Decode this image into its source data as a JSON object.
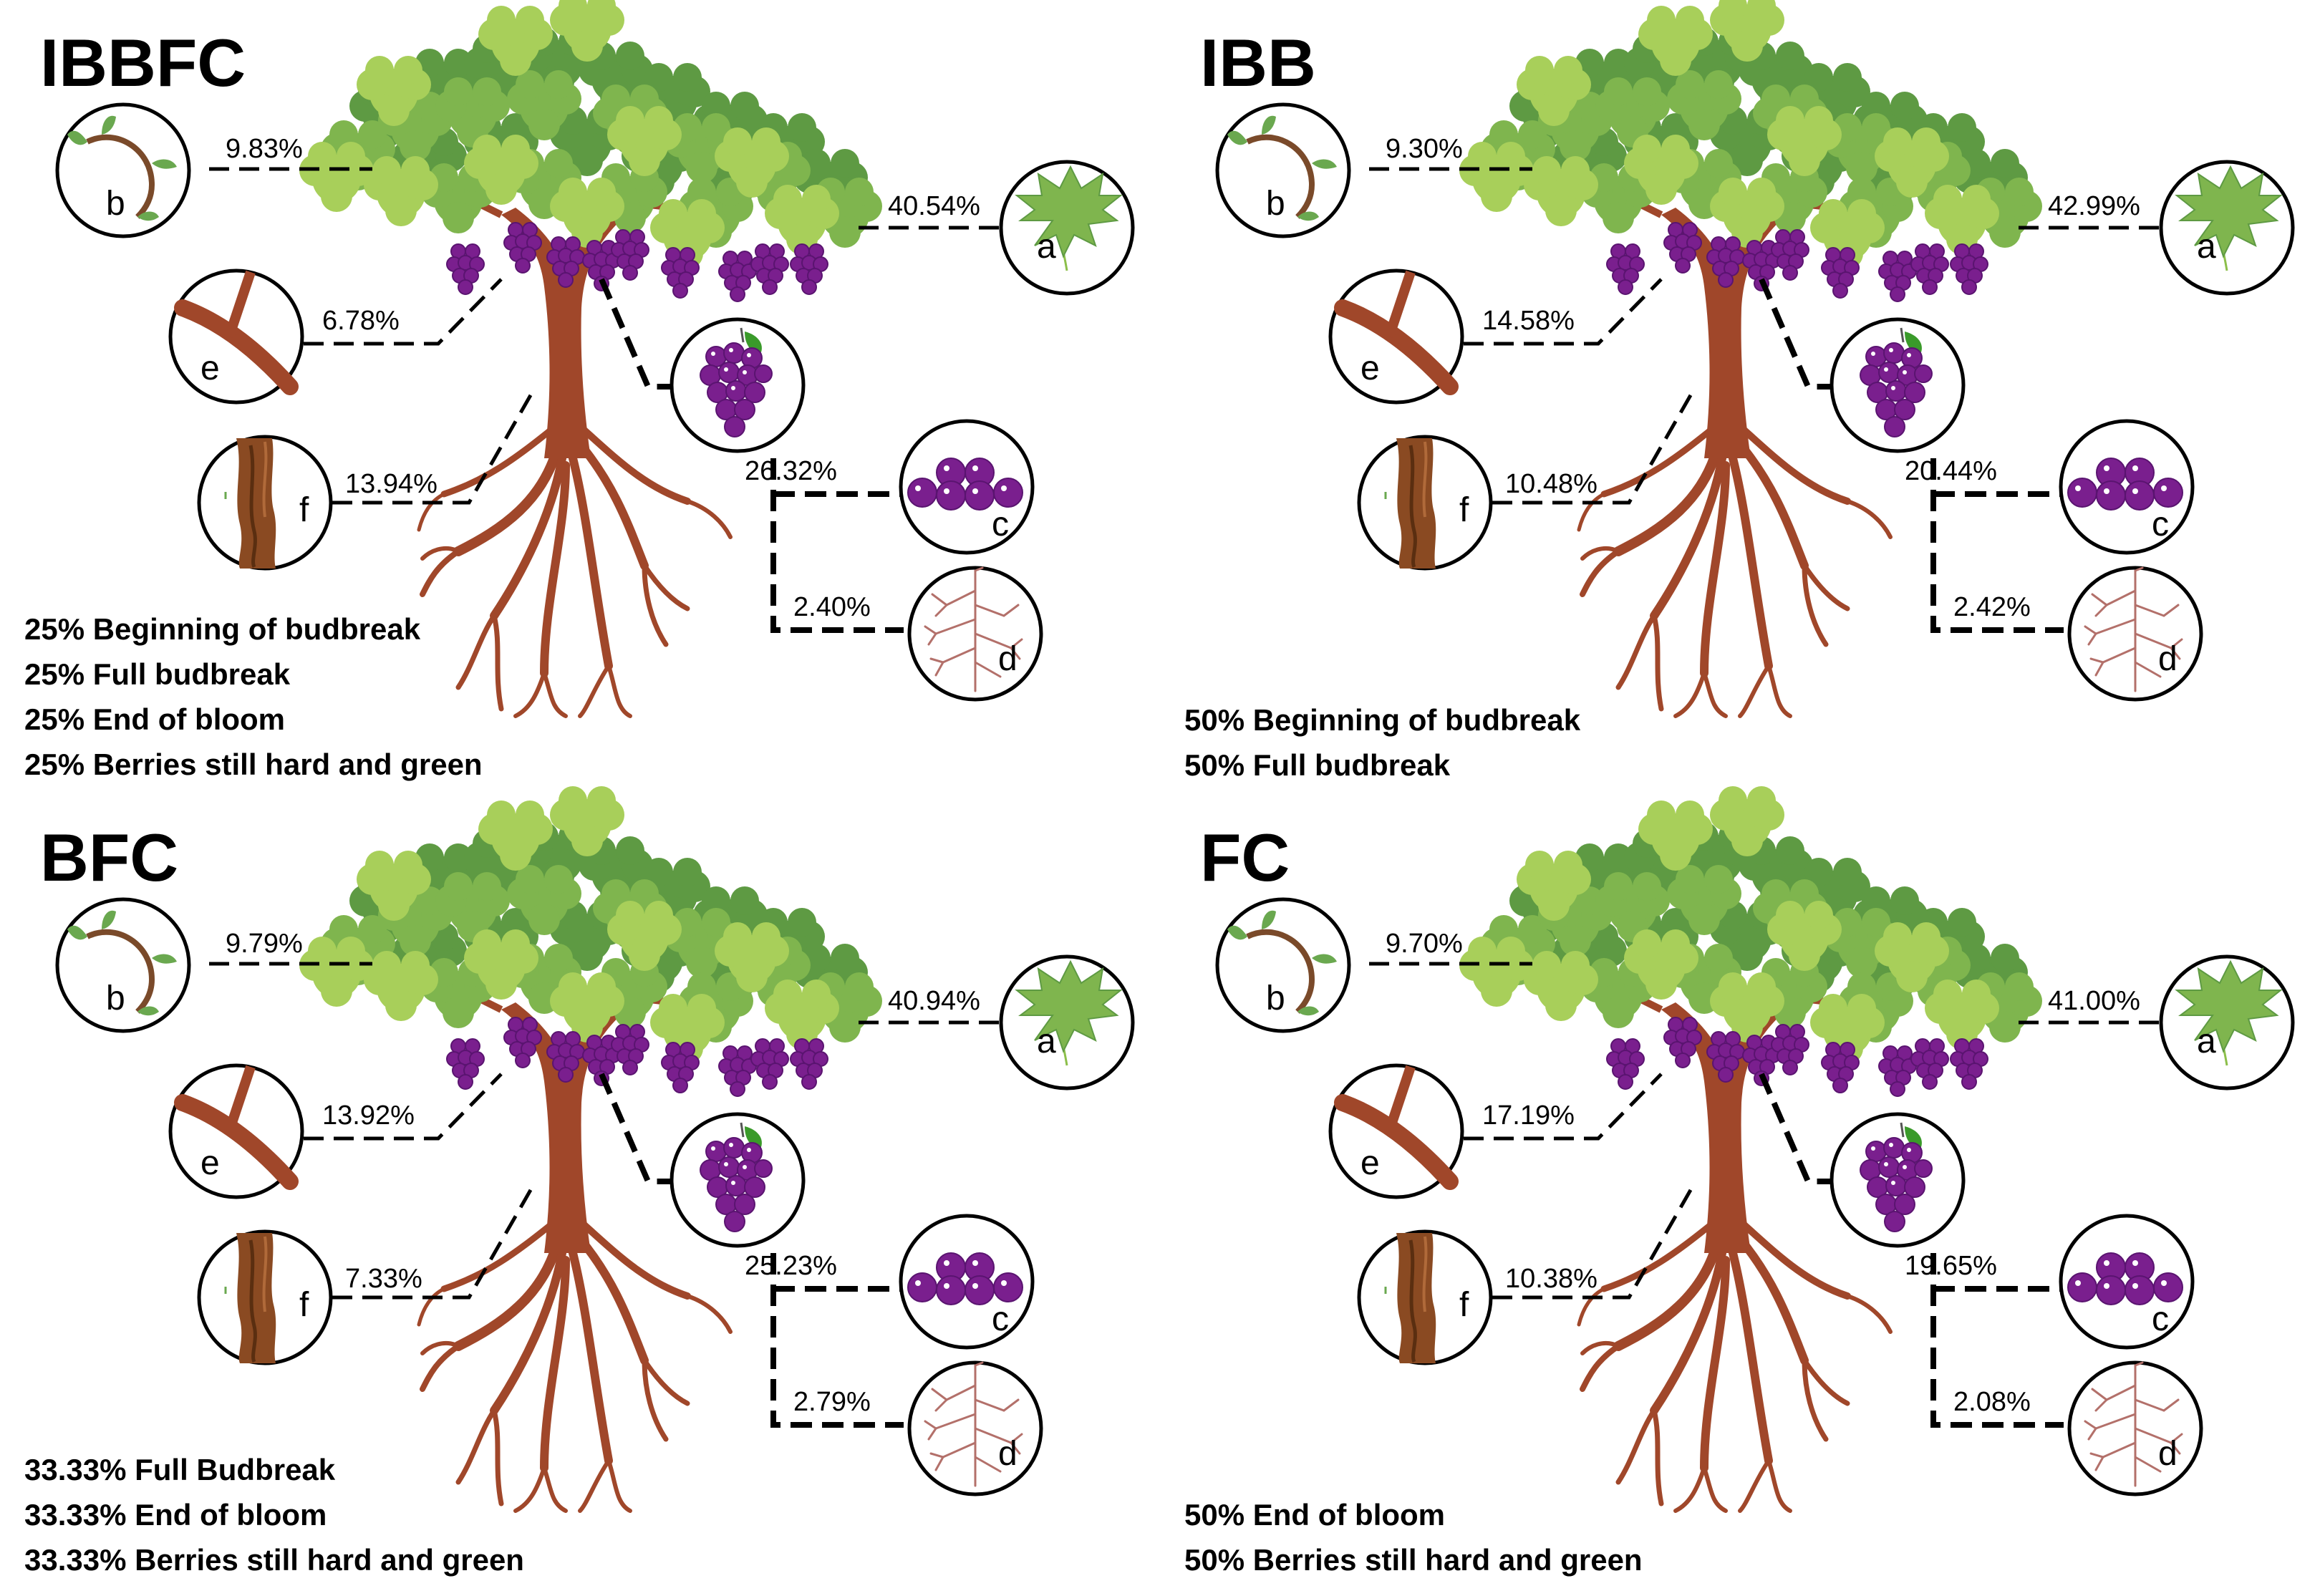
{
  "panels": [
    {
      "id": "ibbfc",
      "title": "IBBFC",
      "pct": {
        "b": "9.83%",
        "a": "40.54%",
        "e": "6.78%",
        "f": "13.94%",
        "c": "26.32%",
        "d": "2.40%"
      },
      "notes": [
        "25% Beginning of budbreak",
        "25% Full budbreak",
        "25% End of bloom",
        "25% Berries still hard and green"
      ]
    },
    {
      "id": "ibb",
      "title": "IBB",
      "pct": {
        "b": "9.30%",
        "a": "42.99%",
        "e": "14.58%",
        "f": "10.48%",
        "c": "20.44%",
        "d": "2.42%"
      },
      "notes": [
        "50% Beginning of budbreak",
        "50% Full budbreak"
      ]
    },
    {
      "id": "bfc",
      "title": "BFC",
      "pct": {
        "b": "9.79%",
        "a": "40.94%",
        "e": "13.92%",
        "f": "7.33%",
        "c": "25.23%",
        "d": "2.79%"
      },
      "notes": [
        "33.33% Full Budbreak",
        "33.33% End of bloom",
        "33.33% Berries still hard and green"
      ]
    },
    {
      "id": "fc",
      "title": "FC",
      "pct": {
        "b": "9.70%",
        "a": "41.00%",
        "e": "17.19%",
        "f": "10.38%",
        "c": "19.65%",
        "d": "2.08%"
      },
      "notes": [
        "50% End of bloom",
        "50% Berries still hard and green"
      ]
    }
  ],
  "part_labels": {
    "a": "a",
    "b": "b",
    "c": "c",
    "d": "d",
    "e": "e",
    "f": "f"
  },
  "colors": {
    "leaf_dark": "#5e9a43",
    "leaf_mid": "#7fb54e",
    "leaf_light": "#a8cf5a",
    "trunk": "#a0472a",
    "grape": "#7a1f8e",
    "grape_dark": "#5a1470",
    "root_fine": "#b3706a"
  }
}
